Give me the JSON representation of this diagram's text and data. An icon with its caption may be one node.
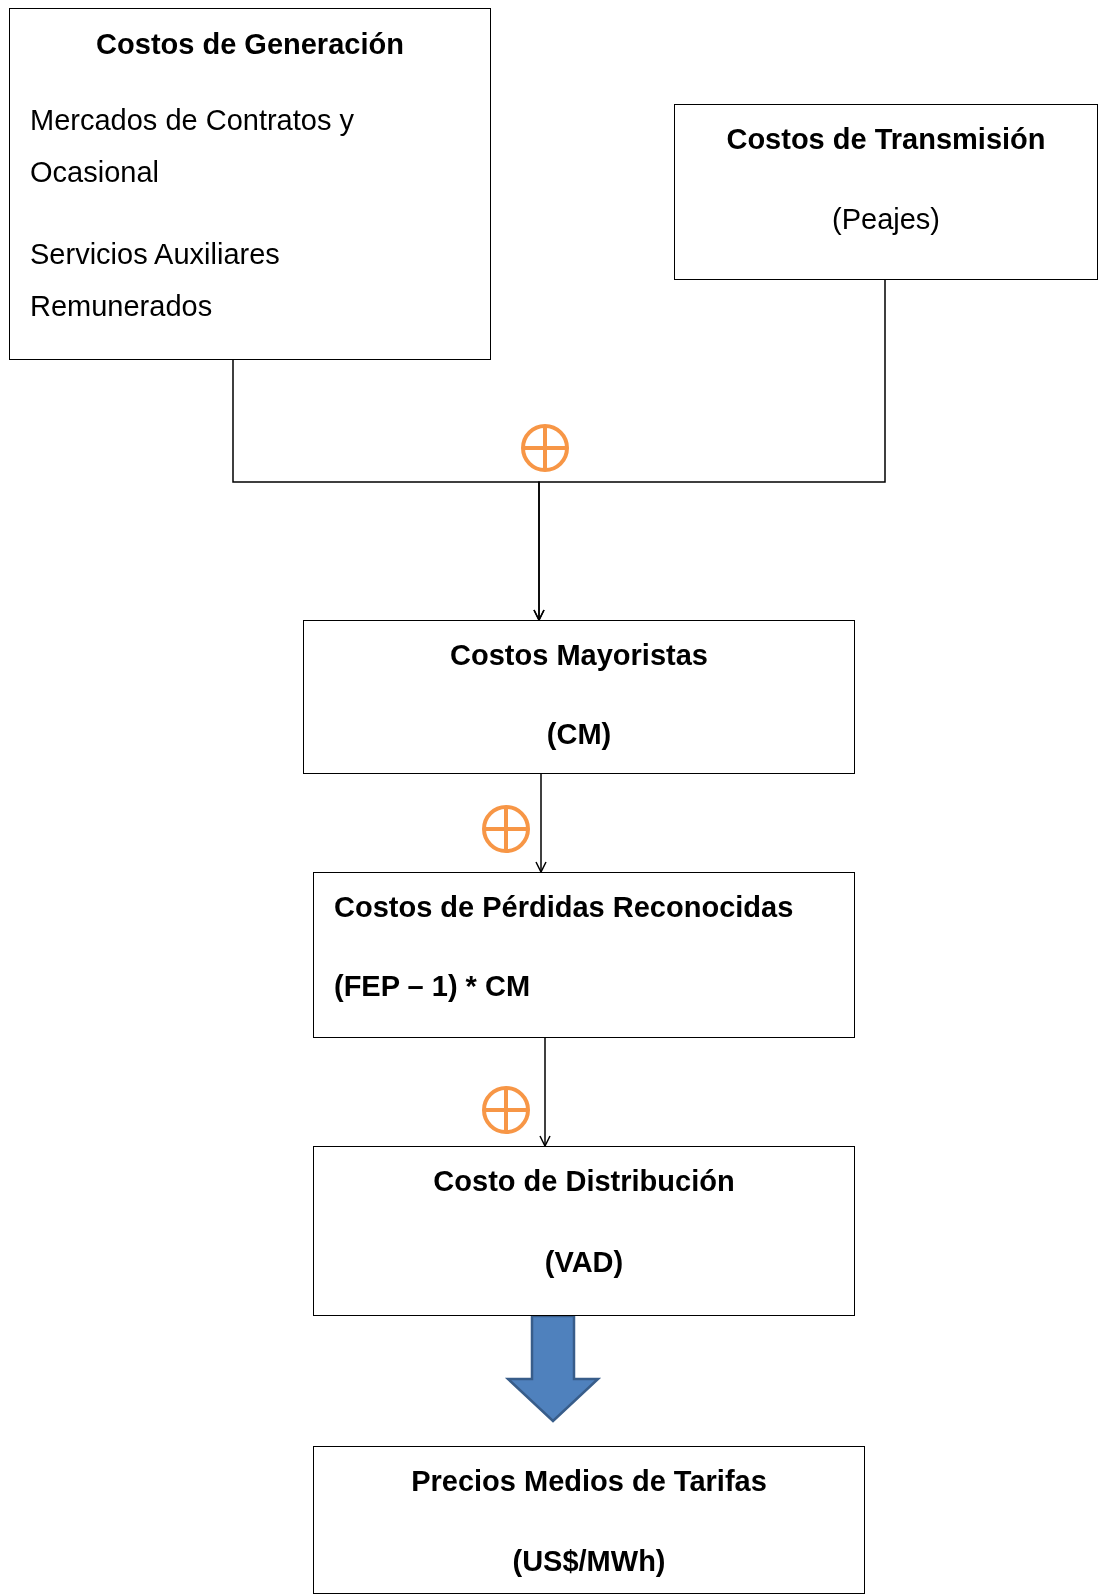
{
  "diagram": {
    "nodes": [
      {
        "text": [
          "Costos de Generación",
          "Mercados de Contratos y Ocasional",
          "Servicios Auxiliares Remunerados"
        ]
      },
      {
        "text": [
          "Costos de Transmisión",
          "(Peajes)"
        ]
      },
      {
        "text": [
          "Costos Mayoristas",
          "(CM)"
        ]
      },
      {
        "text": [
          "Costos de Pérdidas Reconocidas",
          "(FEP – 1) * CM"
        ]
      },
      {
        "text": [
          "Costo de Distribución",
          "(VAD)"
        ]
      },
      {
        "text": [
          "Precios Medios de Tarifas",
          "(US$/MWh)"
        ]
      }
    ],
    "edges": [
      {
        "from": 0,
        "to": 2,
        "arrow": "to"
      },
      {
        "from": 1,
        "to": 2,
        "arrow": "to"
      },
      {
        "from": 2,
        "to": 3,
        "arrow": "to"
      },
      {
        "from": 3,
        "to": 4,
        "arrow": "to"
      },
      {
        "from": 4,
        "to": 5,
        "arrow": "to",
        "style": "thick",
        "color": "#4f81bd"
      }
    ]
  }
}
